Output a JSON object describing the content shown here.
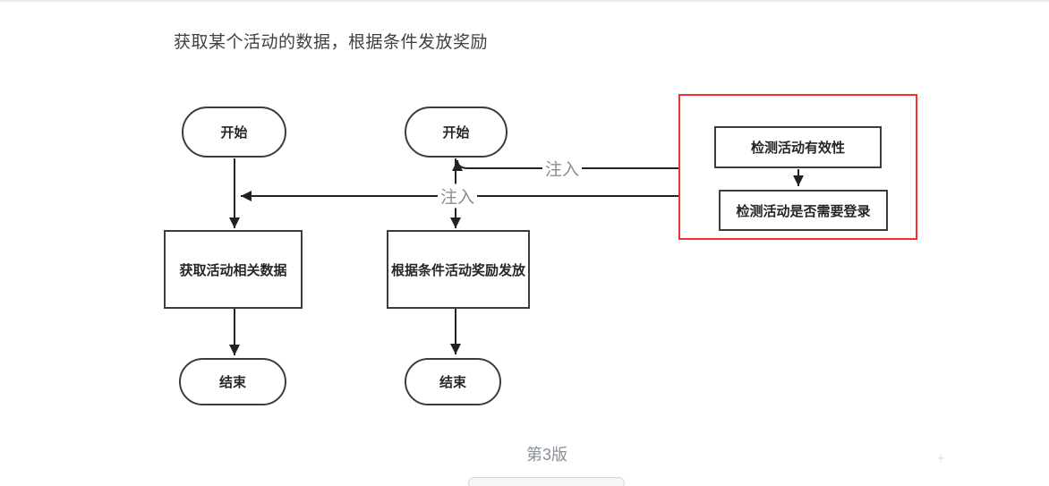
{
  "title": "获取某个活动的数据，根据条件发放奖励",
  "caption": "第3版",
  "flows": {
    "left": {
      "start": "开始",
      "process": "获取活动相关数据",
      "end": "结束"
    },
    "middle": {
      "start": "开始",
      "process": "根据条件活动奖励发放",
      "end": "结束"
    }
  },
  "inject_group": {
    "items": [
      "检测活动有效性",
      "检测活动是否需要登录"
    ],
    "edge_labels": {
      "top": "注入",
      "bottom": "注入"
    }
  },
  "colors": {
    "highlight_frame": "#f43236",
    "connector": "#222222",
    "edge_label_gray": "#8d8d8d",
    "caption_gray": "#8b9097"
  }
}
